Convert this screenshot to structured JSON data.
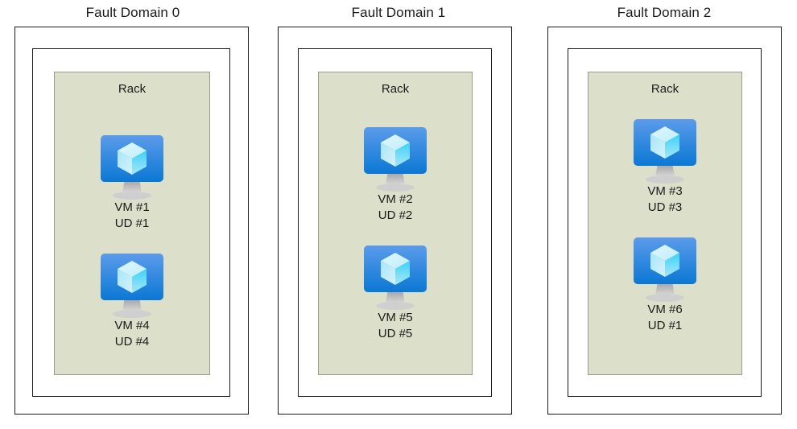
{
  "diagram": {
    "title_prefix": "Fault Domain",
    "rack_label": "Rack",
    "colors": {
      "rack_fill": "#dce0ca",
      "rack_border": "#9a9d8e",
      "box_border": "#1b1b1b",
      "monitor_top": "#5b9bea",
      "monitor_bottom": "#0b78d4",
      "cube_light": "#cdf0fb",
      "cube_cyan": "#35ccf5",
      "cube_pale": "#b7e9f7",
      "stand_gray": "#9b9b9b",
      "page_background": "#ffffff",
      "text": "#1a1a1a"
    }
  },
  "fault_domains": [
    {
      "title": "Fault Domain 0",
      "rack_label": "Rack",
      "vms": [
        {
          "vm_label": "VM #1",
          "ud_label": "UD #1",
          "icon": "virtual-machine-icon"
        },
        {
          "vm_label": "VM #4",
          "ud_label": "UD #4",
          "icon": "virtual-machine-icon"
        }
      ]
    },
    {
      "title": "Fault Domain 1",
      "rack_label": "Rack",
      "vms": [
        {
          "vm_label": "VM #2",
          "ud_label": "UD #2",
          "icon": "virtual-machine-icon"
        },
        {
          "vm_label": "VM #5",
          "ud_label": "UD #5",
          "icon": "virtual-machine-icon"
        }
      ]
    },
    {
      "title": "Fault Domain 2",
      "rack_label": "Rack",
      "vms": [
        {
          "vm_label": "VM #3",
          "ud_label": "UD #3",
          "icon": "virtual-machine-icon"
        },
        {
          "vm_label": "VM #6",
          "ud_label": "UD #1",
          "icon": "virtual-machine-icon"
        }
      ]
    }
  ]
}
